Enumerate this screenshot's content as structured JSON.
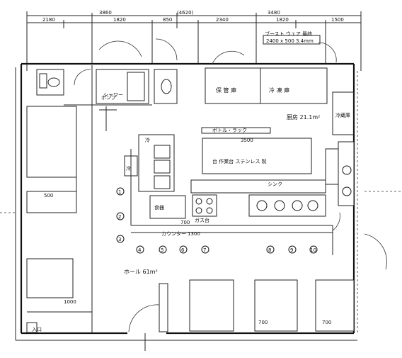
{
  "dimensions": {
    "top_outer": [
      "2180",
      "3860",
      "1820",
      "850",
      "(4620)",
      "2340",
      "3480",
      "1820",
      "1500"
    ],
    "left_table": "500",
    "long_table": "3500",
    "bottom_table": "700",
    "bottom_right": "700",
    "small_a": "1300",
    "small_b": "700",
    "bottom_left": "1000"
  },
  "labels": {
    "pump": "ポンプ",
    "shower": "シャワー",
    "storage": "保 管 庫",
    "dry_storage": "冷 凍 庫",
    "fridge": "冷蔵庫",
    "top_right_note1": "ブースト ウェア 最終",
    "top_right_note2": "2400 x 500  3.4mm",
    "kitchen": "厨房 21.1m²",
    "counter_shelf": "ボトル・ラック",
    "island": "台  作業台  ステンレス  製",
    "left_mark": "冷",
    "left_small": "冷",
    "gas": "ガス台",
    "dish": "食器",
    "sink_label": "シンク",
    "counter_front": "カウンター",
    "hall": "ホール  61m²",
    "entrance": "入口"
  },
  "seats": [
    "1",
    "2",
    "3",
    "4",
    "5",
    "6",
    "7",
    "8",
    "9",
    "10"
  ],
  "colors": {
    "ink": "#111111",
    "paper": "#ffffff"
  }
}
